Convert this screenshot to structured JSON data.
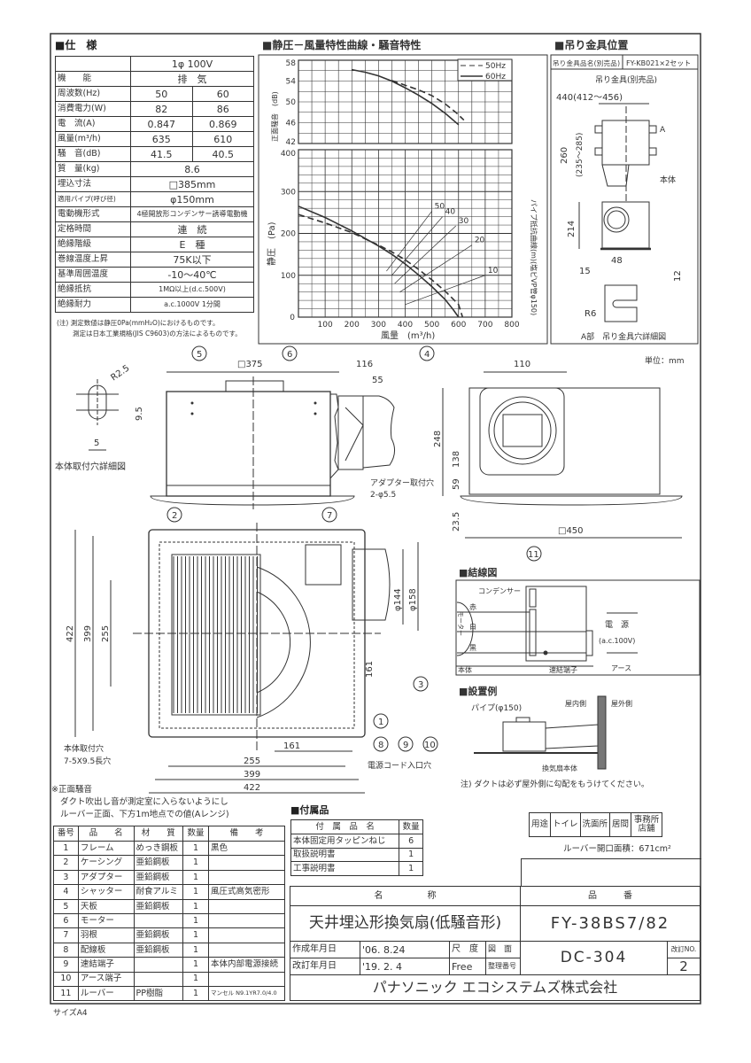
{
  "spec": {
    "title": "■仕　様",
    "rows": [
      {
        "label": "",
        "values": [
          "1φ 100V"
        ]
      },
      {
        "label": "機　　能",
        "values": [
          "排　気"
        ]
      },
      {
        "label": "周波数(Hz)",
        "values": [
          "50",
          "60"
        ]
      },
      {
        "label": "消費電力(W)",
        "values": [
          "82",
          "86"
        ]
      },
      {
        "label": "電　流(A)",
        "values": [
          "0.847",
          "0.869"
        ]
      },
      {
        "label": "風量(m³/h)",
        "values": [
          "635",
          "610"
        ]
      },
      {
        "label": "騒　音(dB)",
        "values": [
          "41.5",
          "40.5"
        ]
      },
      {
        "label": "質　量(kg)",
        "values": [
          "8.6"
        ]
      },
      {
        "label": "埋込寸法",
        "values": [
          "□385mm"
        ]
      },
      {
        "label": "適用パイプ(呼び径)",
        "values": [
          "φ150mm"
        ]
      },
      {
        "label": "電動機形式",
        "values": [
          "4極開放形コンデンサー誘導電動機"
        ]
      },
      {
        "label": "定格時間",
        "values": [
          "連　続"
        ]
      },
      {
        "label": "絶縁階級",
        "values": [
          "E　種"
        ]
      },
      {
        "label": "巻線温度上昇",
        "values": [
          "75K以下"
        ]
      },
      {
        "label": "基準周囲温度",
        "values": [
          "-10～40℃"
        ]
      },
      {
        "label": "絶縁抵抗",
        "values": [
          "1MΩ以上(d.c.500V)"
        ]
      },
      {
        "label": "絶縁耐力",
        "values": [
          "a.c.1000V 1分間"
        ]
      }
    ],
    "note1": "(注) 測定数値は静圧0Pa(mmH₂O)におけるものです。",
    "note2": "測定は日本工業規格(JIS C9603)の方法によるものです。"
  },
  "chart_section_title": "■静圧－風量特性曲線・騒音特性",
  "chart_data": {
    "type": "line",
    "title": "静圧－風量特性曲線・騒音特性",
    "xlabel": "風量　(m³/h)",
    "xlim": [
      0,
      800
    ],
    "xticks": [
      "100",
      "200",
      "300",
      "400",
      "500",
      "600",
      "700",
      "800"
    ],
    "x_origin_label": "0",
    "noise": {
      "ylabel": "正面騒音　(dB)",
      "ylim": [
        42,
        58
      ],
      "yticks": [
        "42",
        "46",
        "50",
        "54",
        "58"
      ],
      "series": [
        {
          "name": "50Hz",
          "style": "dashed",
          "points": [
            [
              350,
              54.1
            ],
            [
              400,
              53.2
            ],
            [
              450,
              52.3
            ],
            [
              500,
              51.2
            ],
            [
              550,
              49.6
            ],
            [
              590,
              48
            ],
            [
              620,
              46.5
            ]
          ]
        },
        {
          "name": "60Hz",
          "style": "solid",
          "points": [
            [
              200,
              56.2
            ],
            [
              250,
              55.7
            ],
            [
              300,
              55
            ],
            [
              350,
              54
            ],
            [
              400,
              52.7
            ],
            [
              450,
              51.3
            ],
            [
              500,
              49.7
            ],
            [
              550,
              47.8
            ],
            [
              600,
              45.6
            ]
          ]
        }
      ]
    },
    "pressure": {
      "ylabel": "静圧　(Pa)",
      "ylim": [
        0,
        400
      ],
      "yticks": [
        "0",
        "100",
        "200",
        "300",
        "400"
      ],
      "series": [
        {
          "name": "50Hz",
          "style": "dashed",
          "points": [
            [
              0,
              245
            ],
            [
              100,
              225
            ],
            [
              200,
              202
            ],
            [
              300,
              172
            ],
            [
              350,
              156
            ],
            [
              400,
              137
            ],
            [
              450,
              114
            ],
            [
              500,
              89
            ],
            [
              550,
              62
            ],
            [
              600,
              30
            ],
            [
              615,
              0
            ]
          ]
        },
        {
          "name": "60Hz",
          "style": "solid",
          "points": [
            [
              0,
              265
            ],
            [
              100,
              238
            ],
            [
              200,
              206
            ],
            [
              300,
              170
            ],
            [
              350,
              150
            ],
            [
              400,
              127
            ],
            [
              450,
              101
            ],
            [
              500,
              73
            ],
            [
              550,
              42
            ],
            [
              580,
              18
            ],
            [
              600,
              0
            ]
          ]
        }
      ],
      "pipe_curves_label": "パイプ抵抗曲線(m)(塩ビVP管φ150)",
      "pipe_curves": [
        {
          "label": "50",
          "from": [
            330,
            110
          ],
          "to": [
            500,
            253
          ]
        },
        {
          "label": "40",
          "from": [
            350,
            100
          ],
          "to": [
            540,
            240
          ]
        },
        {
          "label": "30",
          "from": [
            360,
            80
          ],
          "to": [
            590,
            218
          ]
        },
        {
          "label": "20",
          "from": [
            380,
            60
          ],
          "to": [
            650,
            172
          ]
        },
        {
          "label": "10",
          "from": [
            400,
            30
          ],
          "to": [
            700,
            100
          ]
        }
      ]
    },
    "legend": [
      "50Hz",
      "60Hz"
    ],
    "legend_position": "top-right",
    "grid": true
  },
  "hanger": {
    "title": "■吊り金具位置",
    "product_label": "吊り金具品名(別売品)",
    "product_value": "FY-KB021×2セット",
    "bracket_label": "吊り金具(別売品)",
    "dim_width": "440(412～456)",
    "dim_height": "260",
    "dim_height_range": "(235～285)",
    "mark_a": "A",
    "body_label": "本体",
    "dim_214": "214",
    "dim_48": "48",
    "dim_15": "15",
    "dim_12": "12",
    "dim_r6": "R6",
    "detail_caption": "A部　吊り金具穴詳細図"
  },
  "unit_label": "単位：mm",
  "views": {
    "hole_r": "R2.5",
    "hole_h": "9.5",
    "hole_w": "5",
    "hole_caption": "本体取付穴詳細図",
    "side_width": "□375",
    "side_116": "116",
    "side_55": "55",
    "front_110": "110",
    "front_248": "248",
    "front_138": "138",
    "front_59": "59",
    "front_235": "23.5",
    "front_450": "□450",
    "adapter_hole": "アダプター取付穴",
    "adapter_hole_spec": "2-φ5.5",
    "bottom_422v": "422",
    "bottom_399v": "399",
    "bottom_255v": "255",
    "bottom_161h": "161",
    "bottom_255h": "255",
    "bottom_399h": "399",
    "bottom_422h": "422",
    "bottom_161v": "161",
    "dia_144": "φ144",
    "dia_158": "φ158",
    "mount_hole": "本体取付穴",
    "mount_hole_spec": "7-5X9.5長穴",
    "cord_hole": "電源コード入口穴"
  },
  "balloons": [
    "1",
    "2",
    "3",
    "4",
    "5",
    "6",
    "7",
    "8",
    "9",
    "10",
    "11"
  ],
  "wiring": {
    "title": "■結線図",
    "capacitor": "コンデンサー",
    "red": "赤",
    "white": "白",
    "black": "黒",
    "motor": "モーター",
    "body": "本体",
    "terminal": "速結端子",
    "power": "電　源",
    "power_spec": "(a.c.100V)",
    "earth": "アース"
  },
  "install": {
    "title": "■設置例",
    "pipe": "パイプ(φ150)",
    "indoor": "屋内側",
    "outdoor": "屋外側",
    "fan_body": "換気扇本体",
    "note": "注) ダクトは必ず屋外側に勾配をもうけてください。"
  },
  "noise_note": {
    "title": "※正面騒音",
    "line1": "ダクト吹出し音が測定室に入らないようにし",
    "line2": "ルーバー正面、下方1m地点での値(Aレンジ)"
  },
  "parts": {
    "headers": [
      "番号",
      "品　　名",
      "材　　質",
      "数量",
      "備　　考"
    ],
    "rows": [
      [
        "1",
        "フレーム",
        "めっき鋼板",
        "1",
        "黒色"
      ],
      [
        "2",
        "ケーシング",
        "亜鉛鋼板",
        "1",
        ""
      ],
      [
        "3",
        "アダプター",
        "亜鉛鋼板",
        "1",
        ""
      ],
      [
        "4",
        "シャッター",
        "耐食アルミ",
        "1",
        "風圧式高気密形"
      ],
      [
        "5",
        "天板",
        "亜鉛鋼板",
        "1",
        ""
      ],
      [
        "6",
        "モーター",
        "",
        "1",
        ""
      ],
      [
        "7",
        "羽根",
        "亜鉛鋼板",
        "1",
        ""
      ],
      [
        "8",
        "配線板",
        "亜鉛鋼板",
        "1",
        ""
      ],
      [
        "9",
        "速結端子",
        "",
        "1",
        "本体内部電源接続"
      ],
      [
        "10",
        "アース端子",
        "",
        "1",
        ""
      ],
      [
        "11",
        "ルーバー",
        "PP樹脂",
        "1",
        "マンセル N9.1YR7.0/4.0"
      ]
    ]
  },
  "accessories": {
    "title": "■付属品",
    "headers": [
      "付　属　品　名",
      "数量"
    ],
    "rows": [
      [
        "本体固定用タッピンねじ",
        "6"
      ],
      [
        "取扱説明書",
        "1"
      ],
      [
        "工事説明書",
        "1"
      ]
    ]
  },
  "usage": {
    "label": "用途",
    "items": [
      "トイレ",
      "洗面所",
      "居間",
      "事務所店舗"
    ],
    "louver_area": "ルーバー開口面積：671cm²"
  },
  "title_block": {
    "name_header": "名　　　　　称",
    "part_header": "品　　　番",
    "name": "天井埋込形換気扇(低騒音形)",
    "part_number": "FY-38BS7/82",
    "created_label": "作成年月日",
    "created": "'06. 8.24",
    "revised_label": "改訂年月日",
    "revised": "'19. 2. 4",
    "scale_label": "尺　度",
    "scale": "Free",
    "drawing_label": "図　面",
    "drawing_label2": "整理番号",
    "drawing_no": "DC-304",
    "rev_label": "改訂NO.",
    "rev_no": "2",
    "company": "パナソニック エコシステムズ株式会社"
  },
  "paper_size": "サイズA4"
}
